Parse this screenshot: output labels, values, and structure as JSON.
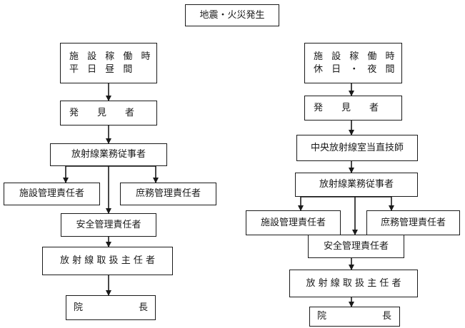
{
  "title": "地震・火災発生",
  "left_flow": {
    "condition": [
      "施 設 稼 働 時",
      "平 日 昼 間"
    ],
    "discoverer": "発　　見　　者",
    "radiation_worker": "放射線業務従事者",
    "facility_manager": "施設管理責任者",
    "general_affairs_manager": "庶務管理責任者",
    "safety_manager": "安全管理責任者",
    "chief_supervisor": "放 射 線 取 扱 主 任 者",
    "director": "院　　　　　　長"
  },
  "right_flow": {
    "condition": [
      "施 設 稼 働 時",
      "休 日 ・ 夜 間"
    ],
    "discoverer": "発　　見　　者",
    "duty_technologist": "中央放射線室当直技師",
    "radiation_worker": "放射線業務従事者",
    "facility_manager": "施設管理責任者",
    "general_affairs_manager": "庶務管理責任者",
    "safety_manager": "安全管理責任者",
    "chief_supervisor": "放 射 線 取 扱 主 任 者",
    "director": "院　　　　　　長"
  }
}
